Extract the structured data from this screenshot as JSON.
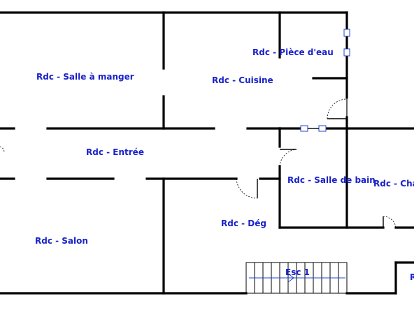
{
  "colors": {
    "wall": "#000000",
    "label": "#1a22c8",
    "window": "#2244cc",
    "background": "#ffffff"
  },
  "rooms": {
    "salle_a_manger": "Rdc - Salle à manger",
    "cuisine": "Rdc - Cuisine",
    "piece_d_eau": "Rdc - Pièce d'eau",
    "entree": "Rdc - Entrée",
    "salle_de_bain": "Rdc - Salle de bain",
    "chambre_partial": "Rdc - Cha",
    "deg": "Rdc - Dég",
    "salon": "Rdc - Salon",
    "escalier": "Esc 1",
    "partial_bottom_right": "R"
  },
  "icons": {
    "door": "door-swing-icon",
    "window": "window-icon",
    "stairs": "stairs-icon"
  }
}
